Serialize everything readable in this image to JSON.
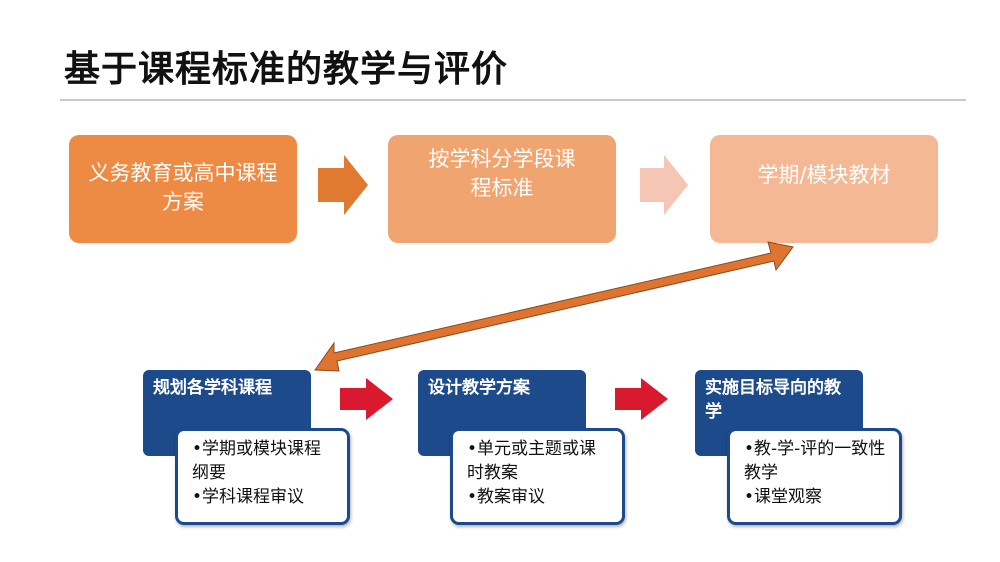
{
  "title": "基于课程标准的教学与评价",
  "top_row": [
    {
      "label": "义务教育或高中课程方案",
      "color": "#ED8B45"
    },
    {
      "label": "按学科分学段课程标准",
      "color": "#F0A46F"
    },
    {
      "label": "学期/模块教材",
      "color": "#F4B994"
    }
  ],
  "top_arrow_colors": [
    "#E07A30",
    "#F4C6B3"
  ],
  "bottom_row": [
    {
      "heading": "规划各学科课程",
      "bullets": [
        "•学期或模块课程纲要",
        "•学科课程审议"
      ]
    },
    {
      "heading": "设计教学方案",
      "bullets": [
        "•单元或主题或课时教案",
        "•教案审议"
      ]
    },
    {
      "heading": "实施目标导向的教学",
      "bullets": [
        "•教-学-评的一致性教学",
        "•课堂观察"
      ]
    }
  ],
  "colors": {
    "navy": "#1d4a8a",
    "red_arrow": "#D9192E",
    "double_arrow": "#DE7430"
  }
}
